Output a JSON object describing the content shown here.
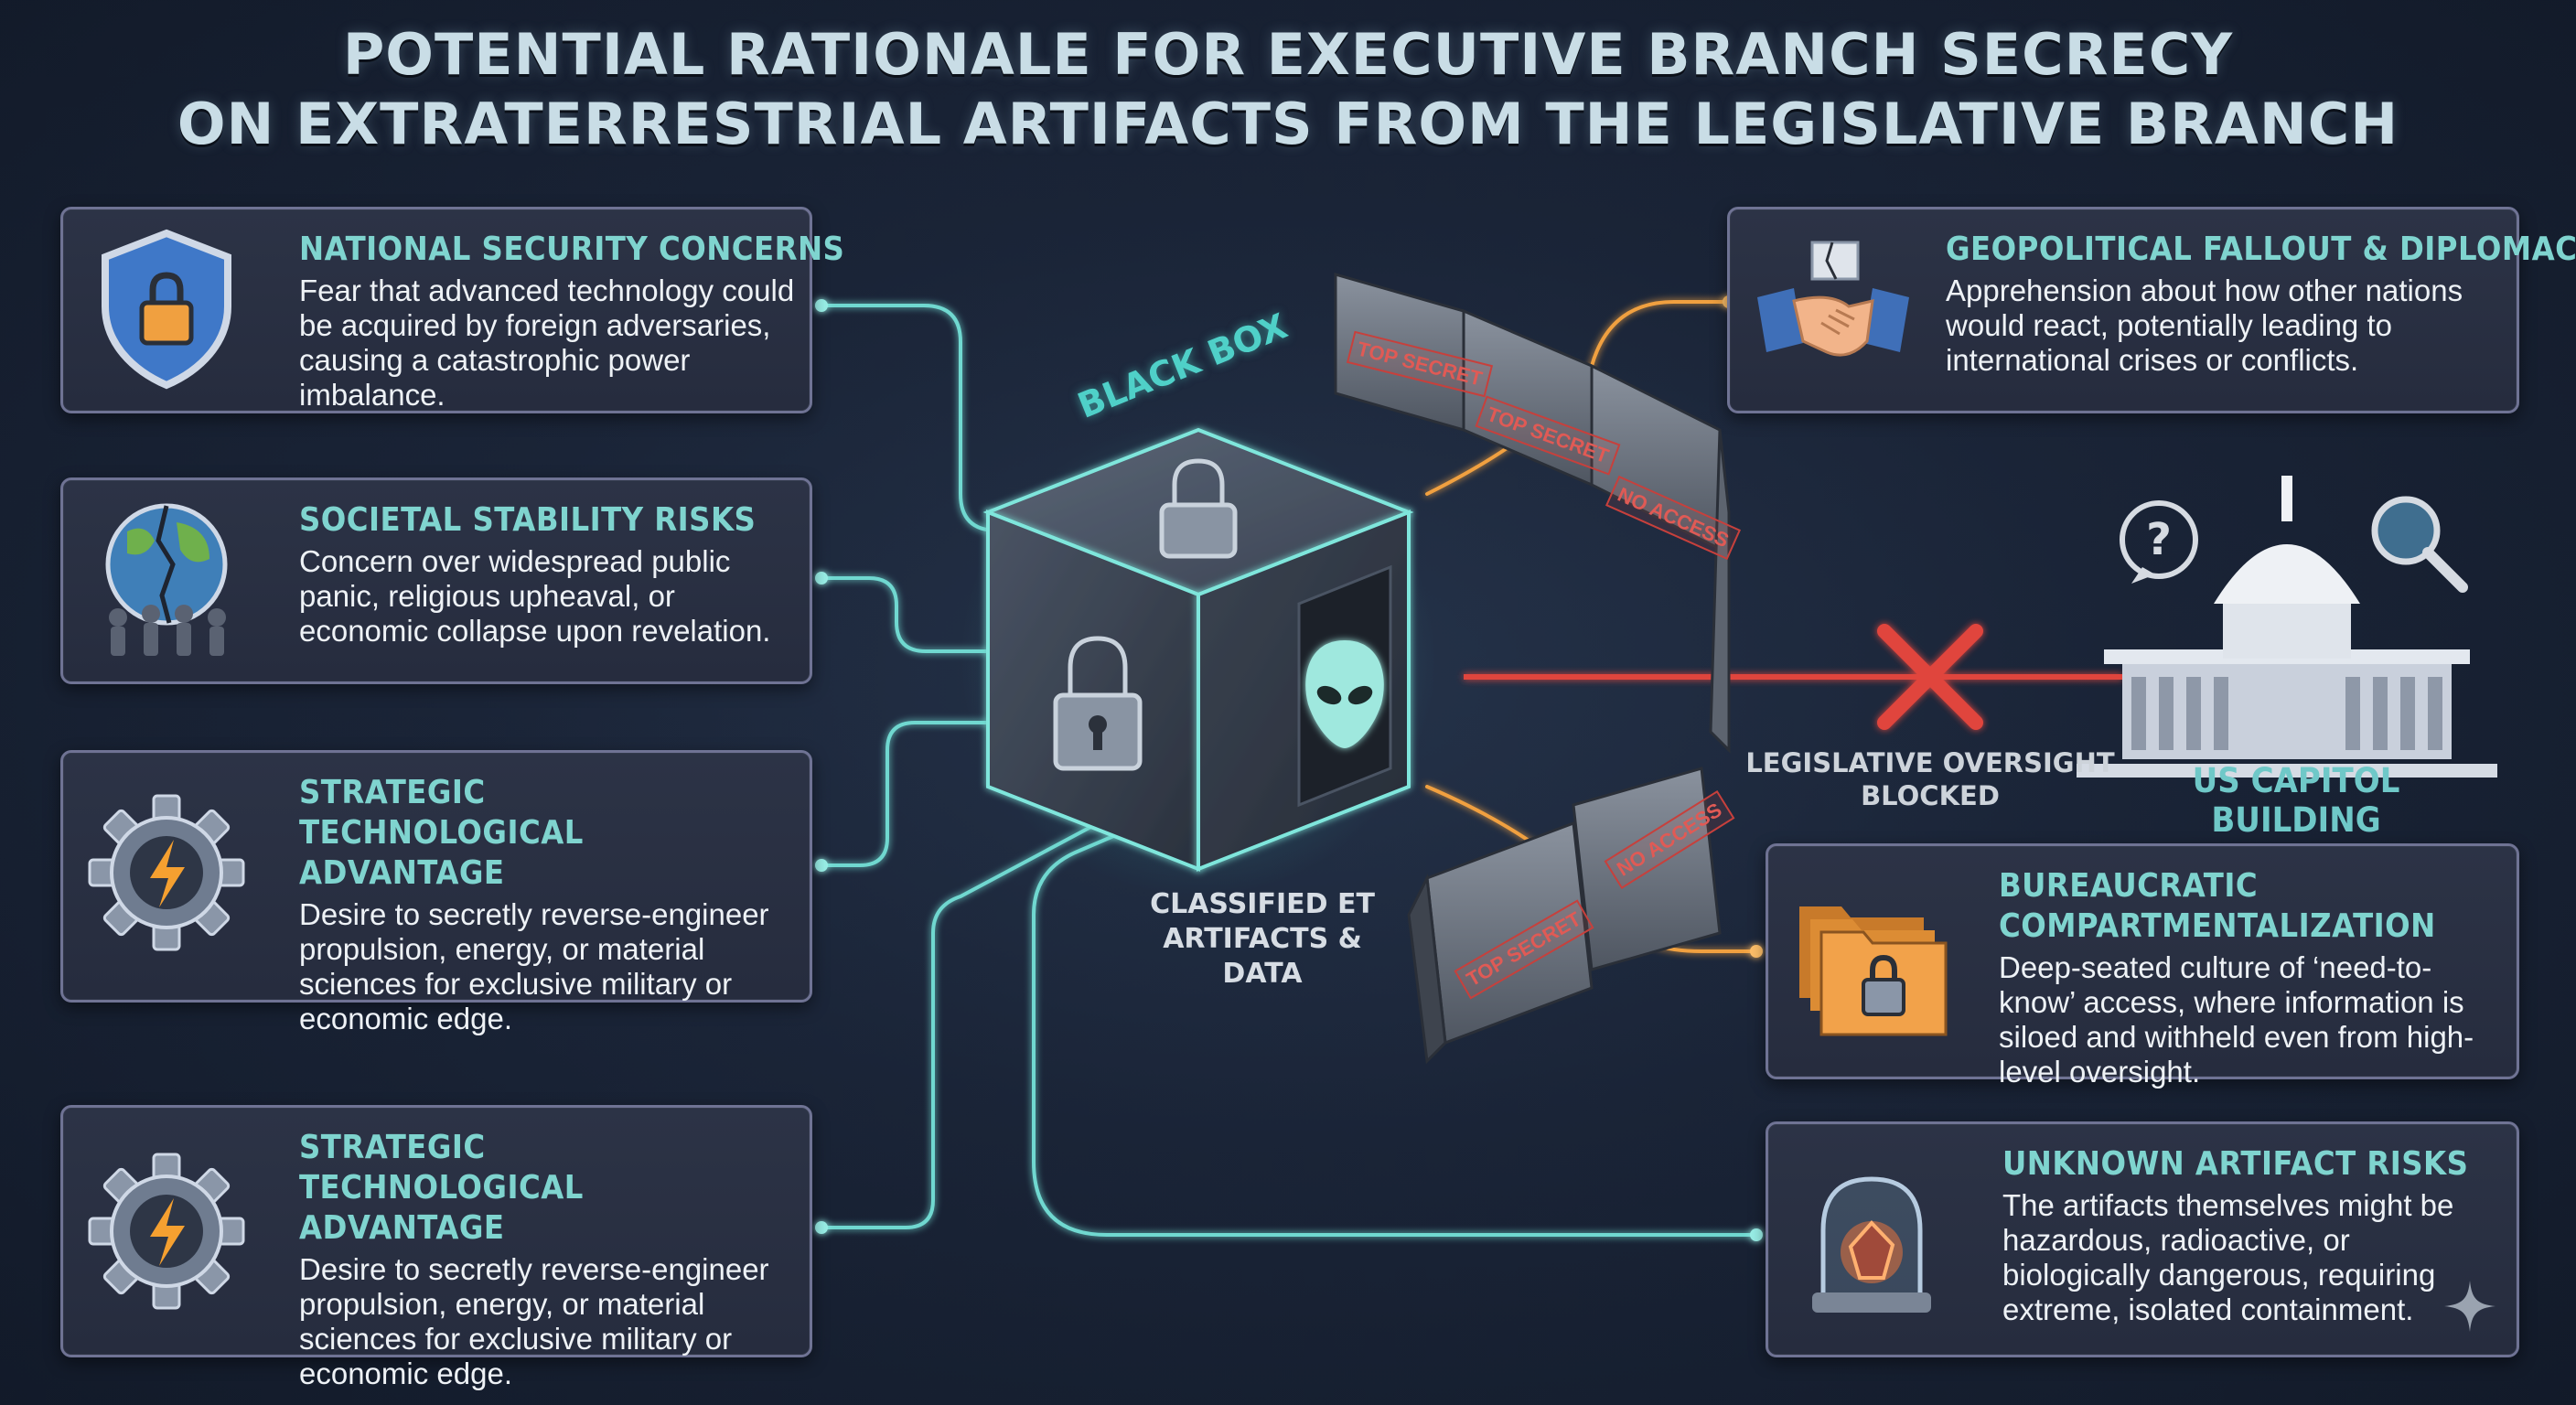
{
  "title": {
    "line1": "POTENTIAL RATIONALE FOR EXECUTIVE BRANCH SECRECY",
    "line2": "ON EXTRATERRESTRIAL ARTIFACTS FROM THE LEGISLATIVE BRANCH"
  },
  "left_cards": [
    {
      "icon": "shield-lock-icon",
      "title": "NATIONAL SECURITY CONCERNS",
      "desc": "Fear that advanced technology could be acquired by foreign adversaries, causing a catastrophic power imbalance."
    },
    {
      "icon": "cracked-globe-crowd-icon",
      "title": "SOCIETAL STABILITY RISKS",
      "desc": "Concern over widespread public panic, religious upheaval, or economic collapse upon revelation."
    },
    {
      "icon": "gear-lightning-icon",
      "title": "STRATEGIC TECHNOLOGICAL ADVANTAGE",
      "desc": "Desire to secretly reverse-engineer propulsion, energy, or material sciences for exclusive military or economic edge."
    },
    {
      "icon": "gear-lightning-icon",
      "title": "STRATEGIC TECHNOLOGICAL ADVANTAGE",
      "desc": "Desire to secretly reverse-engineer propulsion, energy, or material sciences for exclusive military or economic edge."
    }
  ],
  "right_cards": [
    {
      "icon": "handshake-icon",
      "title": "GEOPOLITICAL FALLOUT & DIPLOMACY",
      "desc": "Apprehension about how other nations would react, potentially leading to international crises or conflicts."
    },
    {
      "icon": "locked-folders-icon",
      "title": "BUREAUCRATIC COMPARTMENTALIZATION",
      "desc": "Deep-seated culture of ‘need-to-know’ access, where information is siloed and withheld even from high-level oversight."
    },
    {
      "icon": "glowing-artifact-dome-icon",
      "title": "UNKNOWN ARTIFACT RISKS",
      "desc": "The artifacts themselves might be hazardous, radioactive, or biologically dangerous, requiring extreme, isolated containment."
    }
  ],
  "center": {
    "cube_label": "BLACK BOX",
    "caption": "CLASSIFIED ET ARTIFACTS & DATA",
    "blocked_label": "LEGISLATIVE OVERSIGHT BLOCKED",
    "capitol_label": "US CAPITOL BUILDING",
    "stamps": [
      "TOP SECRET",
      "TOP SECRET",
      "NO ACCESS",
      "TOP SECRET",
      "NO ACCESS"
    ]
  },
  "colors": {
    "card_title": "#7fd4cf",
    "wire_teal": "#6fd8d0",
    "wire_orange": "#f0a040",
    "blocked_red": "#e0453c"
  }
}
